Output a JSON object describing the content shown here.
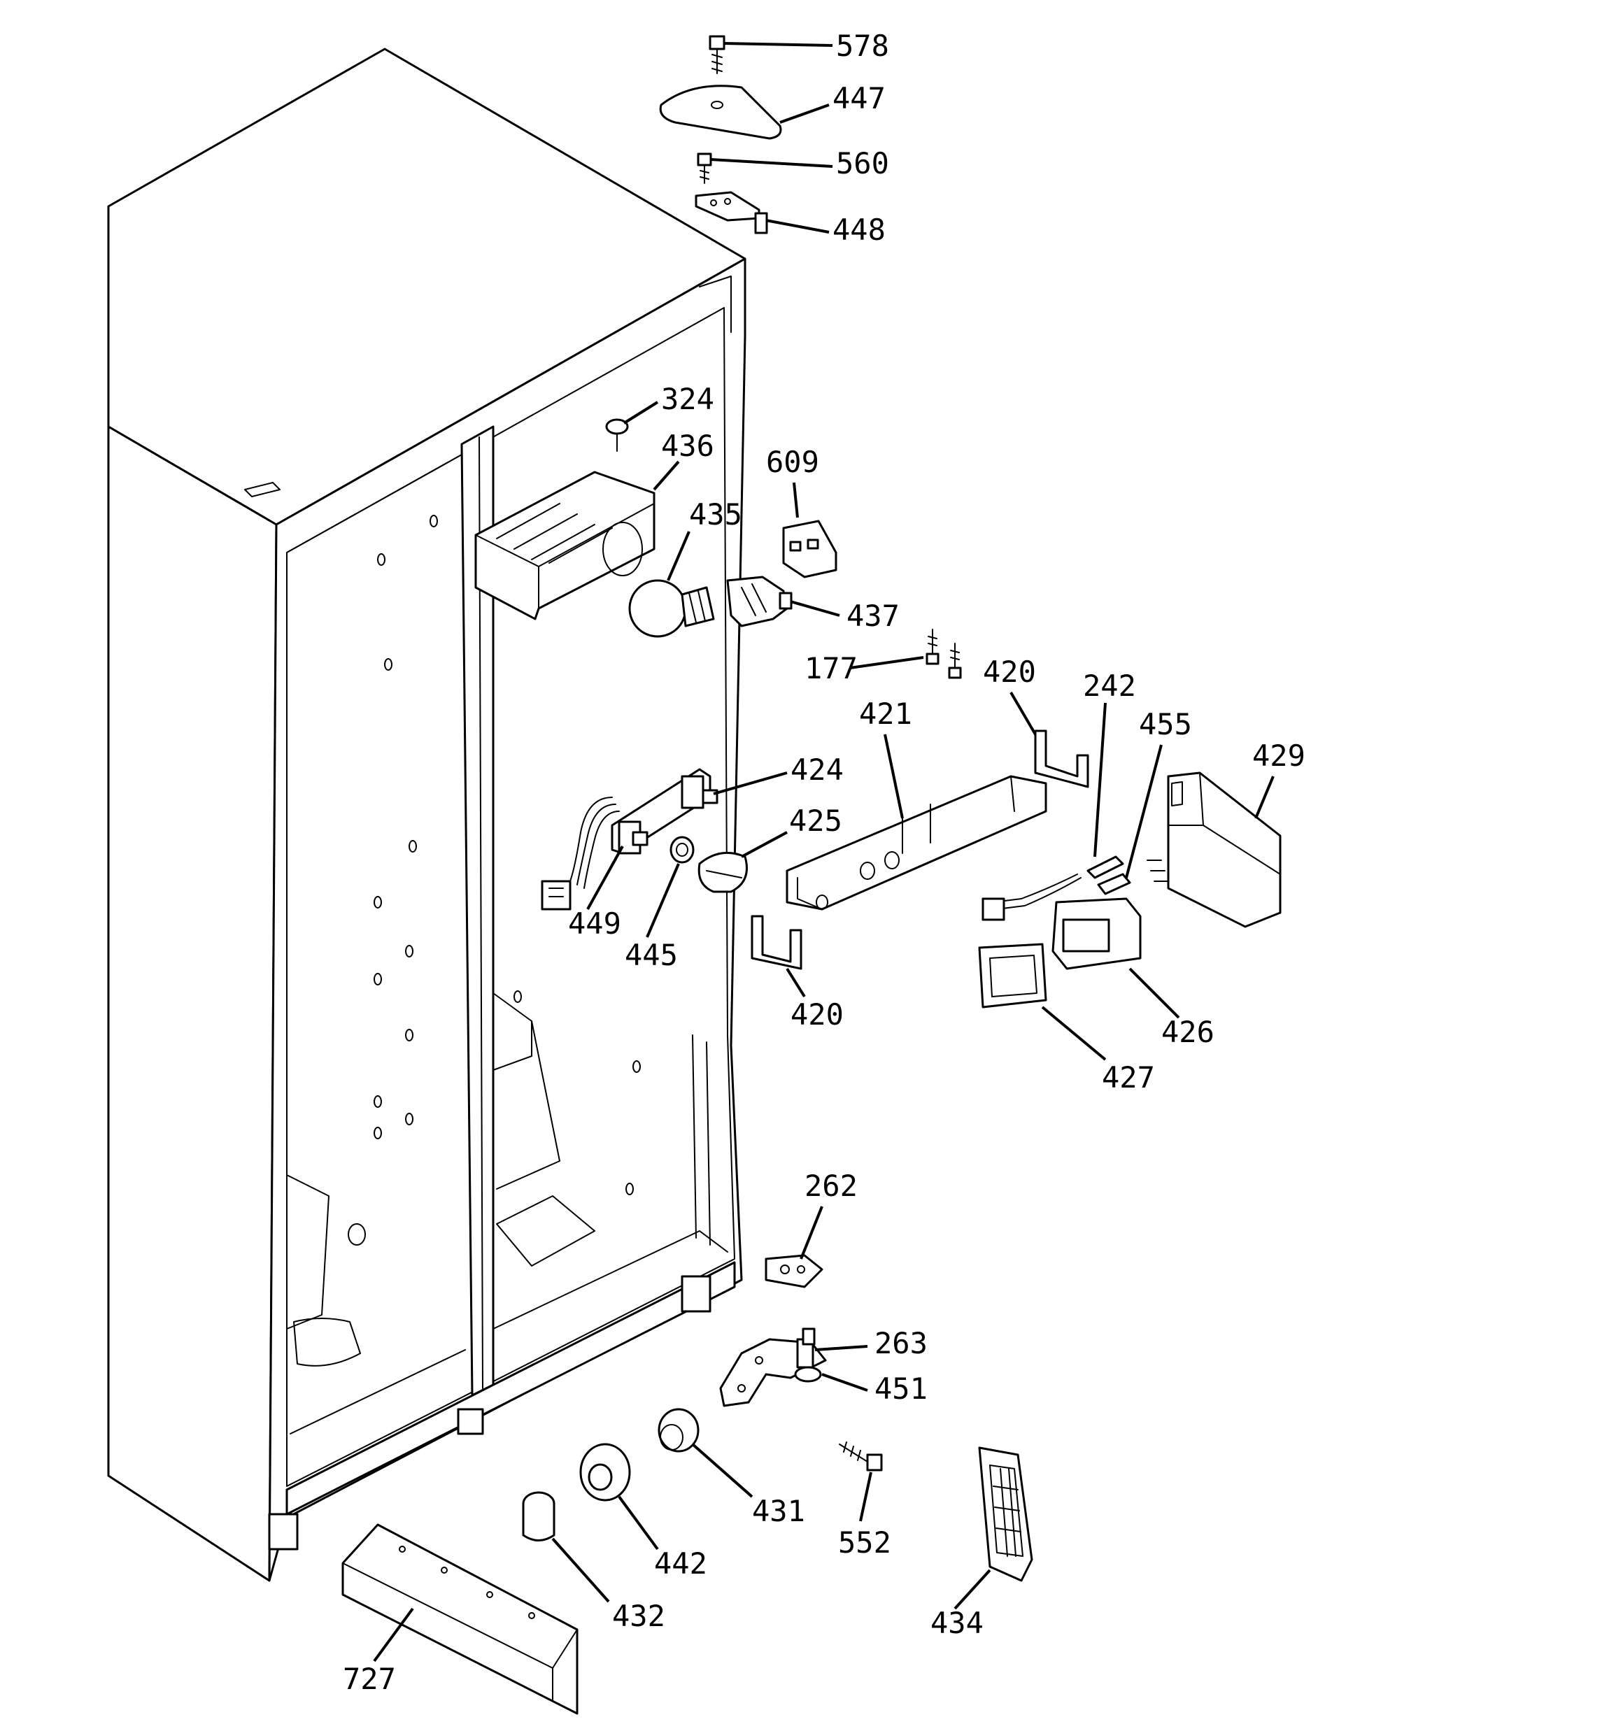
{
  "callouts": [
    {
      "id": "c578",
      "label": "578"
    },
    {
      "id": "c447",
      "label": "447"
    },
    {
      "id": "c560",
      "label": "560"
    },
    {
      "id": "c448",
      "label": "448"
    },
    {
      "id": "c324",
      "label": "324"
    },
    {
      "id": "c436",
      "label": "436"
    },
    {
      "id": "c609",
      "label": "609"
    },
    {
      "id": "c435",
      "label": "435"
    },
    {
      "id": "c437",
      "label": "437"
    },
    {
      "id": "c177",
      "label": "177"
    },
    {
      "id": "c420a",
      "label": "420"
    },
    {
      "id": "c242",
      "label": "242"
    },
    {
      "id": "c421",
      "label": "421"
    },
    {
      "id": "c455",
      "label": "455"
    },
    {
      "id": "c429",
      "label": "429"
    },
    {
      "id": "c424",
      "label": "424"
    },
    {
      "id": "c425",
      "label": "425"
    },
    {
      "id": "c449",
      "label": "449"
    },
    {
      "id": "c445",
      "label": "445"
    },
    {
      "id": "c420b",
      "label": "420"
    },
    {
      "id": "c426",
      "label": "426"
    },
    {
      "id": "c427",
      "label": "427"
    },
    {
      "id": "c262",
      "label": "262"
    },
    {
      "id": "c263",
      "label": "263"
    },
    {
      "id": "c451",
      "label": "451"
    },
    {
      "id": "c431",
      "label": "431"
    },
    {
      "id": "c552",
      "label": "552"
    },
    {
      "id": "c442",
      "label": "442"
    },
    {
      "id": "c432",
      "label": "432"
    },
    {
      "id": "c434",
      "label": "434"
    },
    {
      "id": "c727",
      "label": "727"
    }
  ]
}
